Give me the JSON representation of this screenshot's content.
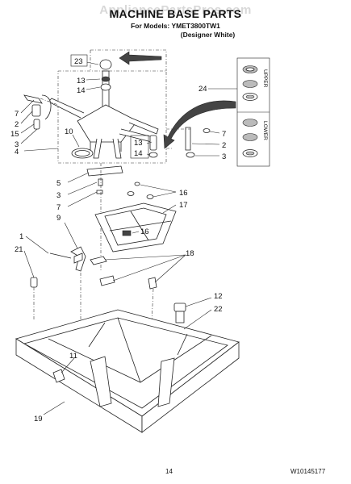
{
  "header": {
    "watermark": "AppliancePartsPros.com",
    "title": "MACHINE BASE PARTS",
    "models": "For Models: YMET3800TW1",
    "finish": "(Designer White)"
  },
  "callouts": {
    "p23": "23",
    "p13a": "13",
    "p14a": "14",
    "p7a": "7",
    "p2a": "2",
    "p15": "15",
    "p3a": "3",
    "p4": "4",
    "p10": "10",
    "p24": "24",
    "p7b": "7",
    "p2b": "2",
    "p13b": "13",
    "p14b": "14",
    "p3b": "3",
    "p5": "5",
    "p3c": "3",
    "p7c": "7",
    "p9": "9",
    "p16a": "16",
    "p17": "17",
    "p16b": "16",
    "p1": "1",
    "p21": "21",
    "p18": "18",
    "p12": "12",
    "p22": "22",
    "p11": "11",
    "p19": "19"
  },
  "kit_labels": {
    "upper": "UPPER",
    "lower": "LOWER"
  },
  "footer": {
    "page_number": "14",
    "doc_number": "W10145177"
  }
}
